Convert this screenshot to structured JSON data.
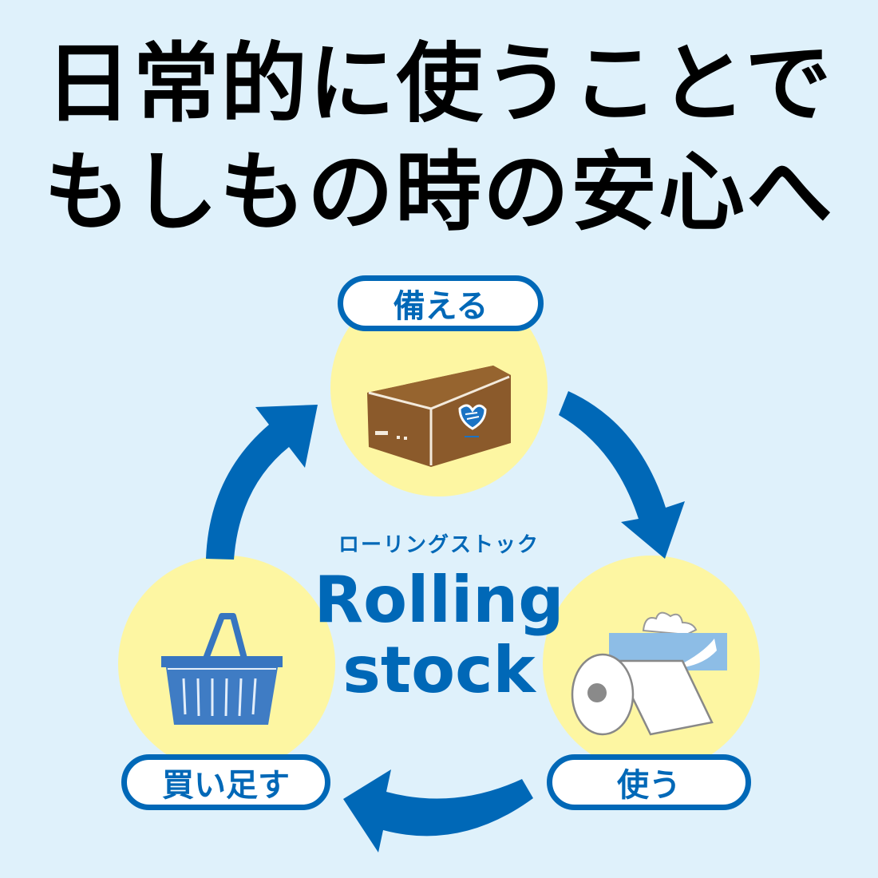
{
  "headline": {
    "line1": "日常的に使うことで",
    "line2": "もしもの時の安心へ"
  },
  "center": {
    "kana": "ローリングストック",
    "english_line1": "Rolling",
    "english_line2": "stock"
  },
  "steps": [
    {
      "label": "備える",
      "icon": "cardboard-box-icon"
    },
    {
      "label": "使う",
      "icon": "toilet-paper-tissue-icon"
    },
    {
      "label": "買い足す",
      "icon": "shopping-basket-icon"
    }
  ],
  "colors": {
    "background": "#dff1fb",
    "accent": "#0068b7",
    "circle": "#fdf6a2",
    "box": "#8b5a2b",
    "tissue_box": "#8dbde6"
  }
}
